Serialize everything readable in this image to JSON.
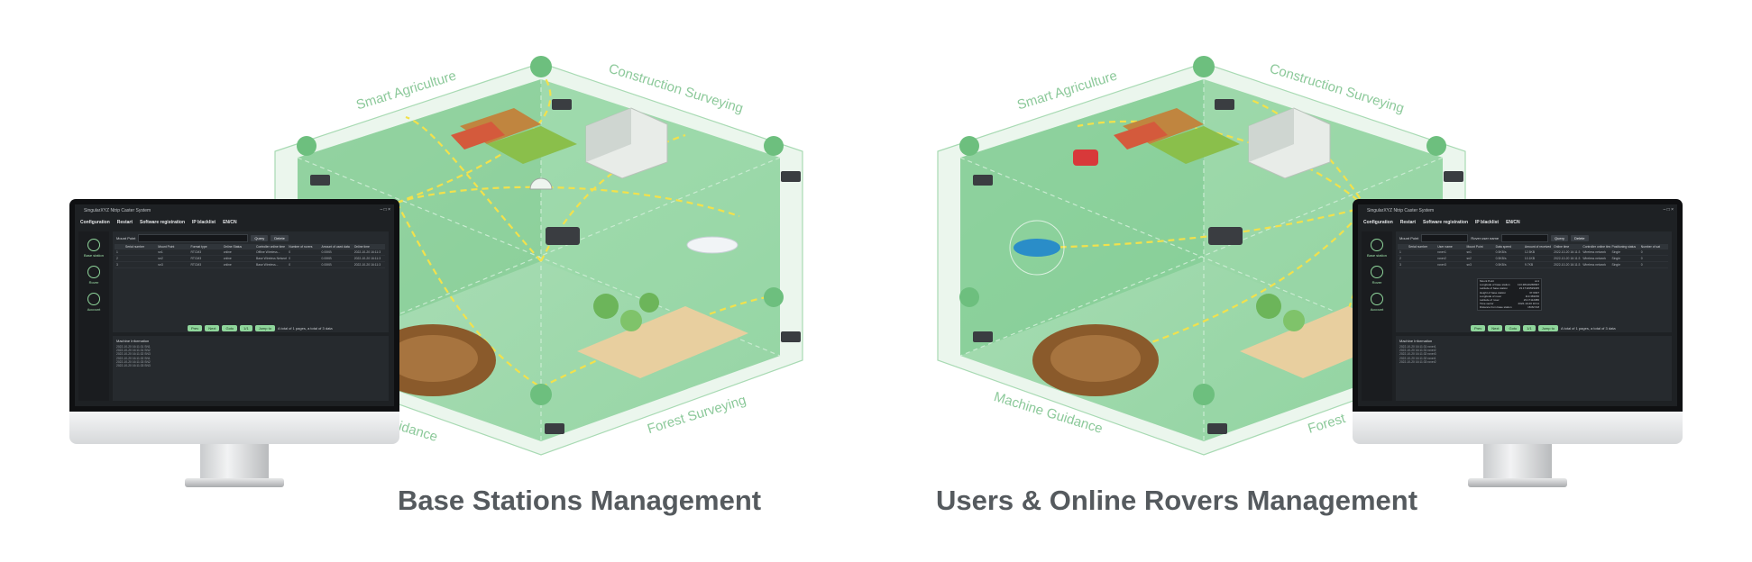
{
  "captions": {
    "left": "Base Stations Management",
    "right": "Users & Online Rovers Management"
  },
  "left_scene": {
    "labels": {
      "smart_agriculture": "Smart Agriculture",
      "construction_surveying": "Construction Surveying",
      "forest_surveying": "Forest Surveying",
      "machine_guidance": "Guidance"
    }
  },
  "right_scene": {
    "labels": {
      "smart_agriculture": "Smart Agriculture",
      "construction_surveying": "Construction Surveying",
      "forest_surveying": "Forest",
      "machine_guidance": "Machine Guidance"
    }
  },
  "colors": {
    "field_green": "#7fcb8e",
    "label_green": "#8cc99a",
    "signal_line": "#f2e14c",
    "accent_button": "#8fd69b",
    "screen_bg": "#1e2124"
  },
  "left_app": {
    "window_title": "SingularXYZ Ntrip Caster System",
    "window_controls": "– □ ×",
    "menu": [
      "Configuration",
      "Restart",
      "Software registration",
      "IP blacklist",
      "EN/CN"
    ],
    "sidebar": [
      {
        "label": "Base station",
        "icon": "base-station-icon"
      },
      {
        "label": "Rover",
        "icon": "rover-icon"
      },
      {
        "label": "Account",
        "icon": "account-icon"
      }
    ],
    "toolbar": {
      "label": "Mount Point",
      "query": "Query",
      "delete": "Delete"
    },
    "columns": [
      "",
      "Serial number",
      "Mount Point",
      "Format type",
      "Online Status",
      "Controller online time",
      "Number of rovers",
      "Amount of used data",
      "Online time"
    ],
    "rows": [
      [
        "1",
        "",
        "sn1",
        "RTCM3",
        "online",
        "Offline Wireless...",
        "0",
        "0.00KB",
        "2022-10-20 16:11:3"
      ],
      [
        "2",
        "",
        "sn2",
        "RTCM3",
        "online",
        "Base Wireless Network",
        "0",
        "0.00KB",
        "2022-10-20 16:11:3"
      ],
      [
        "3",
        "",
        "sn3",
        "RTCM3",
        "online",
        "Base Wireless...",
        "0",
        "0.00KB",
        "2022-10-20 16:11:3"
      ]
    ],
    "pager": {
      "buttons": [
        "Prev",
        "Next",
        "Goto",
        "1/1",
        "Jump to"
      ],
      "info": "A total of 1 pages, a total of 3 data"
    },
    "info_title": "Machine Information",
    "info_lines": [
      "2022-10-20 16:11:31 SN1",
      "2022-10-20 16:11:31 SN2",
      "2022-10-20 16:11:32 SN3",
      "2022-10-20 16:11:32 SN1",
      "2022-10-20 16:11:33 SN2",
      "2022-10-20 16:11:33 SN3"
    ]
  },
  "right_app": {
    "window_title": "SingularXYZ Ntrip Caster System",
    "window_controls": "– □ ×",
    "menu": [
      "Configuration",
      "Restart",
      "Software registration",
      "IP blacklist",
      "EN/CN"
    ],
    "sidebar": [
      {
        "label": "Base station",
        "icon": "base-station-icon"
      },
      {
        "label": "Rover",
        "icon": "rover-icon"
      },
      {
        "label": "Account",
        "icon": "account-icon"
      }
    ],
    "toolbar": {
      "label": "Mount Point",
      "label2": "Rover user name",
      "query": "Query",
      "delete": "Delete"
    },
    "columns": [
      "",
      "Serial number",
      "User name",
      "Mount Point",
      "Data speed",
      "Amount of received data",
      "Online time",
      "Controller online time",
      "Positioning status",
      "Number of sat"
    ],
    "rows": [
      [
        "1",
        "",
        "rover1",
        "sn1",
        "0.5KB/s",
        "12.5KB",
        "2022-10-20 16:11:3",
        "Wireless network",
        "Single",
        "0"
      ],
      [
        "2",
        "",
        "rover2",
        "sn2",
        "0.5KB/s",
        "10.1KB",
        "2022-10-20 16:11:3",
        "Wireless network",
        "Single",
        "0"
      ],
      [
        "3",
        "",
        "rover3",
        "sn3",
        "0.5KB/s",
        "9.7KB",
        "2022-10-20 16:11:3",
        "Wireless network",
        "Single",
        "0"
      ]
    ],
    "popup_rows": [
      [
        "Mount Point",
        "sn1"
      ],
      [
        "Longitude of base station",
        "113.38120268997"
      ],
      [
        "Latitude of base station",
        "23.17119529345"
      ],
      [
        "Height of base station",
        "37.6937"
      ],
      [
        "Longitude of rover",
        "113.381150"
      ],
      [
        "Latitude of rover",
        "23.17112086"
      ],
      [
        "Time sector",
        "2022-10-20 16:11"
      ],
      [
        "Distance from base station",
        "18.82 KM"
      ]
    ],
    "pager": {
      "buttons": [
        "Prev",
        "Next",
        "Goto",
        "1/1",
        "Jump to"
      ],
      "info": "A total of 1 pages, a total of 3 data"
    },
    "info_title": "Machine Information",
    "info_lines": [
      "2022-10-20 16:11:31 rover1",
      "2022-10-20 16:11:31 rover2",
      "2022-10-20 16:11:32 rover3",
      "2022-10-20 16:11:32 rover1",
      "2022-10-20 16:11:33 rover2"
    ]
  }
}
